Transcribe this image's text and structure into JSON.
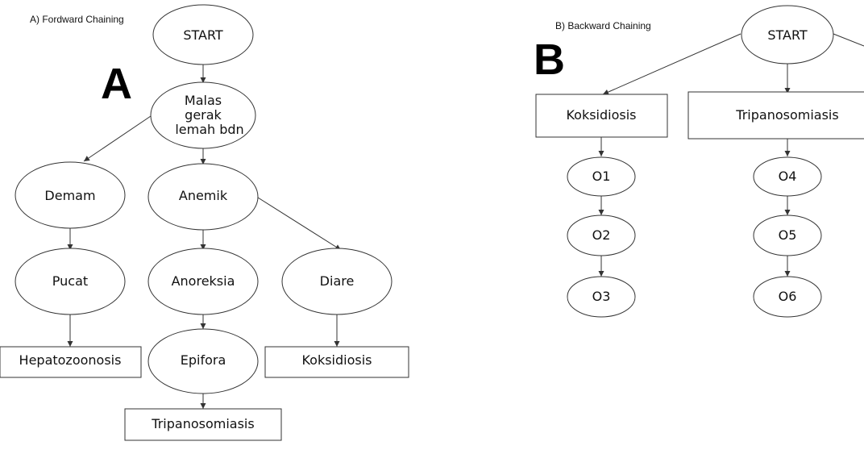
{
  "forward": {
    "caption": "A) Fordward Chaining",
    "letter": "A",
    "start": "START",
    "malas": [
      "Malas",
      "gerak",
      "lemah bdn"
    ],
    "demam": "Demam",
    "anemik": "Anemik",
    "pucat": "Pucat",
    "anoreksia": "Anoreksia",
    "diare": "Diare",
    "hepatozoonosis": "Hepatozoonosis",
    "epifora": "Epifora",
    "koksidiosis": "Koksidiosis",
    "tripanosomiasis": "Tripanosomiasis"
  },
  "backward": {
    "caption": "B) Backward Chaining",
    "letter": "B",
    "start": "START",
    "koksidiosis": "Koksidiosis",
    "tripanosomiasis": "Tripanosomiasis",
    "o1": "O1",
    "o2": "O2",
    "o3": "O3",
    "o4": "O4",
    "o5": "O5",
    "o6": "O6"
  }
}
